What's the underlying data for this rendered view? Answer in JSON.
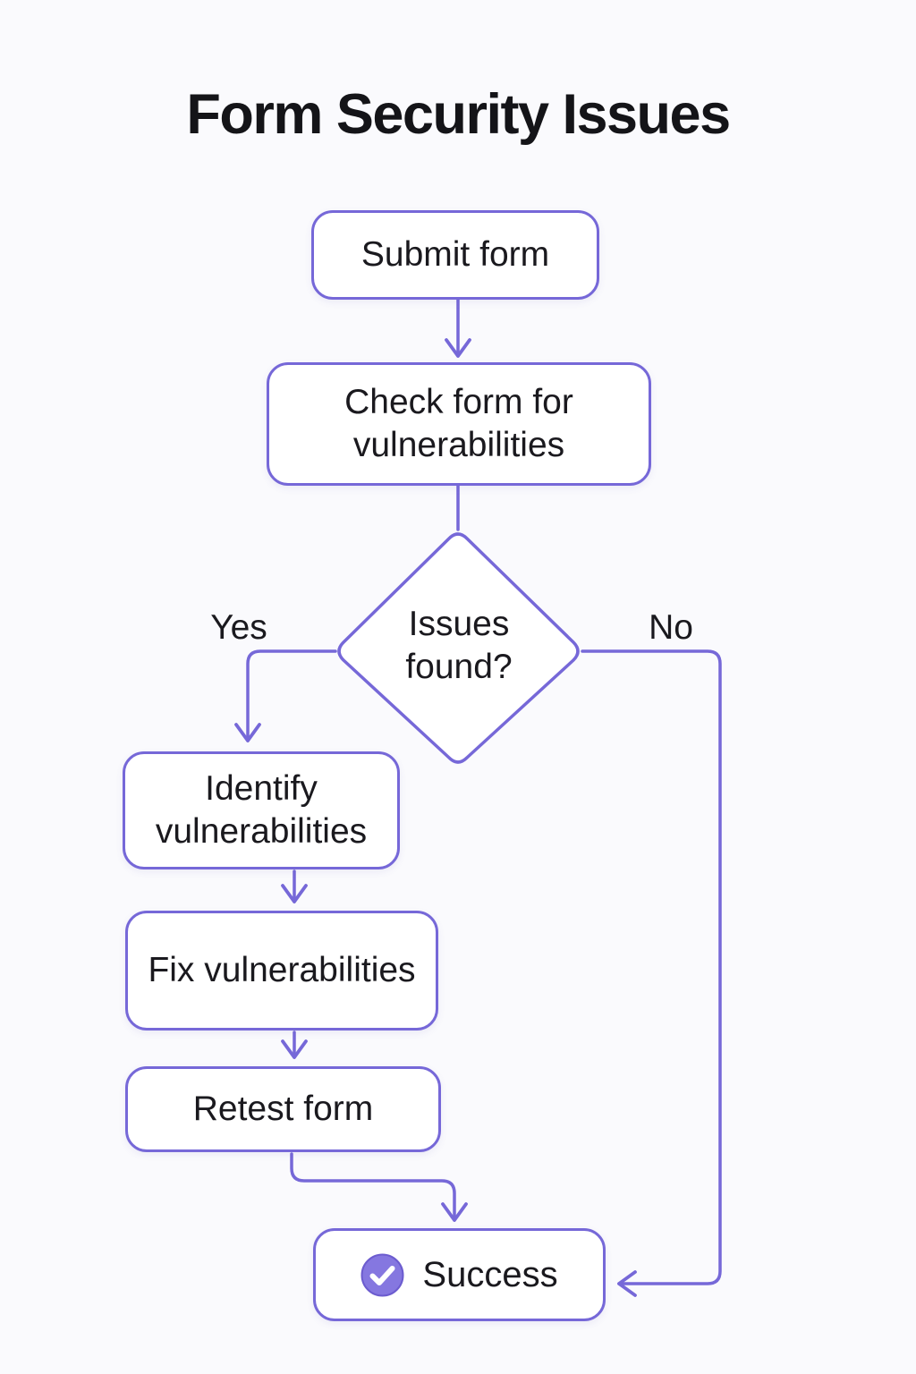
{
  "title": "Form Security Issues",
  "nodes": {
    "submit": {
      "label": "Submit form"
    },
    "check": {
      "label": "Check form for vulnerabilities"
    },
    "decision": {
      "label": "Issues found?"
    },
    "identify": {
      "label": "Identify vulnerabilities"
    },
    "fix": {
      "label": "Fix vulnerabilities"
    },
    "retest": {
      "label": "Retest form"
    },
    "success": {
      "label": "Success"
    }
  },
  "edge_labels": {
    "yes": "Yes",
    "no": "No"
  },
  "icons": {
    "success_badge": "check-icon"
  },
  "colors": {
    "accent_purple": "#7668d8",
    "icon_fill_purple": "#8577e0",
    "icon_check_white": "#ffffff",
    "node_fill": "#ffffff",
    "text_dark": "#17161b",
    "background": "#fafafd"
  }
}
